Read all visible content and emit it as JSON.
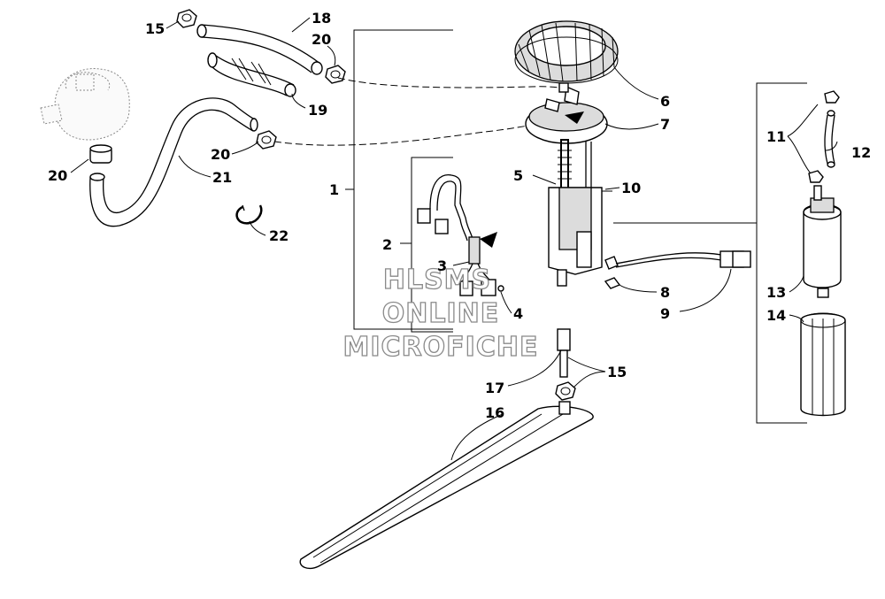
{
  "callouts": {
    "c1": "1",
    "c2": "2",
    "c3": "3",
    "c4": "4",
    "c5": "5",
    "c6": "6",
    "c7": "7",
    "c8": "8",
    "c9": "9",
    "c10": "10",
    "c11": "11",
    "c12": "12",
    "c13": "13",
    "c14": "14",
    "c15a": "15",
    "c15b": "15",
    "c16": "16",
    "c17": "17",
    "c18": "18",
    "c19": "19",
    "c20a": "20",
    "c20b": "20",
    "c20c": "20",
    "c21": "21",
    "c22": "22"
  },
  "watermark": {
    "line1": "HLSMS",
    "line2": "ONLINE",
    "line3": "MICROFICHE"
  }
}
